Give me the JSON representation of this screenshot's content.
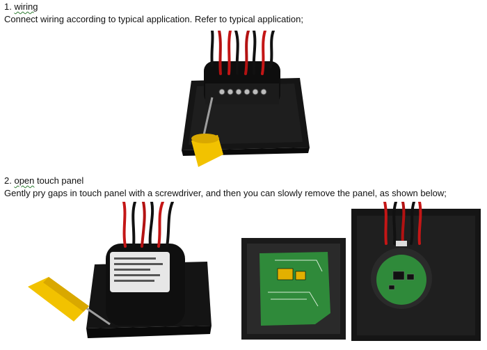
{
  "section1": {
    "number": "1.",
    "heading": "wiring",
    "body": "Connect wiring according to typical application.  Refer to typical application;"
  },
  "section2": {
    "number": "2.",
    "heading_word1": "open",
    "heading_rest": " touch panel",
    "body": "Gently pry gaps in touch panel with a screwdriver, and then you can slowly remove the panel, as shown below;"
  },
  "photos": {
    "photo1": {
      "subject": "touch switch module wiring with screwdriver"
    },
    "photo2": {
      "subject": "prying touch panel with yellow screwdriver"
    },
    "photo3": {
      "subject": "opened panel showing green circuit boards"
    }
  }
}
